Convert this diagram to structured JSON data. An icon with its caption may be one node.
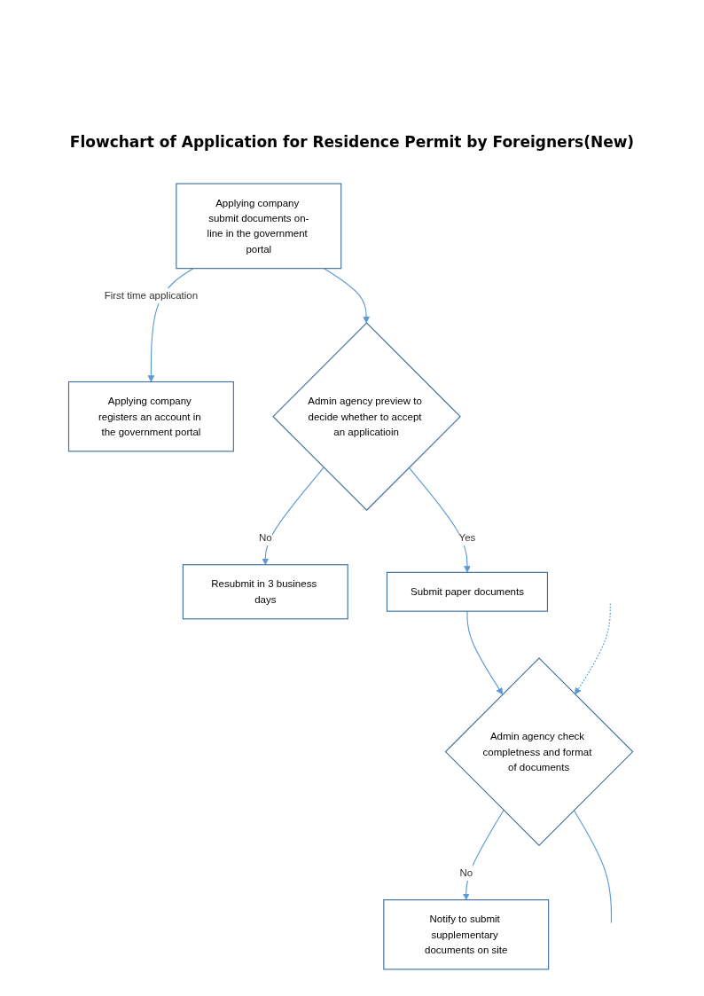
{
  "diagram": {
    "title": "Flowchart of Application for Residence Permit by Foreigners(New)",
    "nodes": [
      {
        "text": [
          "Applying company submit documents on-line in the government portal"
        ]
      },
      {
        "text": [
          "Applying company registers an account in the government portal"
        ]
      },
      {
        "text": [
          "Admin agency preview to decide whether to accept an applicatioin"
        ]
      },
      {
        "text": [
          "Resubmit in 3 business days"
        ]
      },
      {
        "text": [
          "Submit paper documents"
        ]
      },
      {
        "text": [
          "Admin agency check completness and format of documents"
        ]
      },
      {
        "text": [
          "Notify to submit supplementary documents on site"
        ]
      }
    ],
    "edges": [
      {
        "from": 0,
        "to": 1,
        "arrow": "to",
        "label": "First time application"
      },
      {
        "from": 0,
        "to": 2,
        "arrow": "to"
      },
      {
        "from": 2,
        "to": 3,
        "arrow": "to",
        "label": "No"
      },
      {
        "from": 2,
        "to": 4,
        "arrow": "to",
        "label": "Yes"
      },
      {
        "from": 4,
        "to": 5,
        "arrow": "to"
      },
      {
        "from": 5,
        "to": 6,
        "arrow": "to",
        "label": "No"
      },
      {
        "from": 5,
        "to": null,
        "arrow": "none"
      },
      {
        "from": null,
        "to": 5,
        "arrow": "to",
        "style": "dashed"
      }
    ]
  }
}
